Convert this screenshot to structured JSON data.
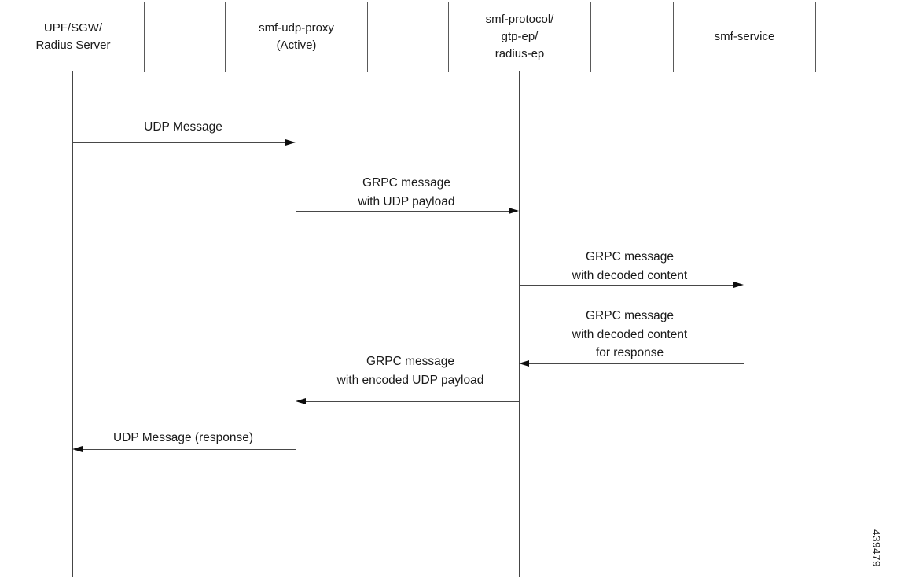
{
  "diagram_type": "sequence",
  "figure_number": "439479",
  "colors": {
    "background": "#ffffff",
    "box_border": "#595959",
    "line": "#474747",
    "arrowhead": "#0d0d0d",
    "text": "#1a1a1a"
  },
  "actors": [
    {
      "label": "UPF/SGW/\nRadius Server"
    },
    {
      "label": "smf-udp-proxy\n(Active)"
    },
    {
      "label": "smf-protocol/\ngtp-ep/\nradius-ep"
    },
    {
      "label": "smf-service"
    }
  ],
  "messages": [
    {
      "label": "UDP Message",
      "from": "UPF/SGW/Radius Server",
      "to": "smf-udp-proxy (Active)",
      "direction": "right"
    },
    {
      "label": "GRPC message\nwith UDP payload",
      "from": "smf-udp-proxy (Active)",
      "to": "smf-protocol/gtp-ep/radius-ep",
      "direction": "right"
    },
    {
      "label": "GRPC message\nwith decoded content",
      "from": "smf-protocol/gtp-ep/radius-ep",
      "to": "smf-service",
      "direction": "right"
    },
    {
      "label": "GRPC message\nwith decoded content\nfor response",
      "from": "smf-service",
      "to": "smf-protocol/gtp-ep/radius-ep",
      "direction": "left"
    },
    {
      "label": "GRPC message\nwith encoded UDP payload",
      "from": "smf-protocol/gtp-ep/radius-ep",
      "to": "smf-udp-proxy (Active)",
      "direction": "left"
    },
    {
      "label": "UDP Message (response)",
      "from": "smf-udp-proxy (Active)",
      "to": "UPF/SGW/Radius Server",
      "direction": "left"
    }
  ]
}
